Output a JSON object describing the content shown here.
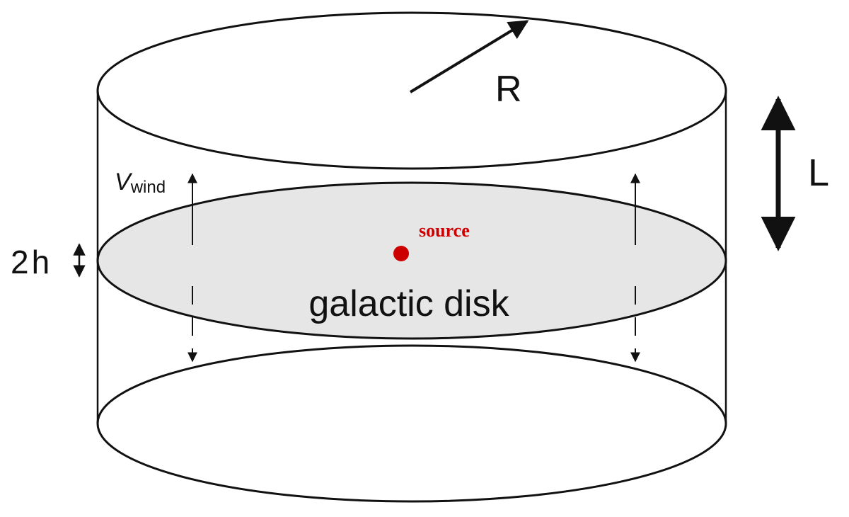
{
  "diagram": {
    "labels": {
      "radius": "R",
      "height": "L",
      "wind_symbol": "V",
      "wind_subscript": "wind",
      "thickness": "2h",
      "source": "source",
      "disk": "galactic disk"
    },
    "colors": {
      "outline": "#111111",
      "disk_fill": "#e6e6e6",
      "source": "#cc0000",
      "background": "#ffffff"
    }
  }
}
